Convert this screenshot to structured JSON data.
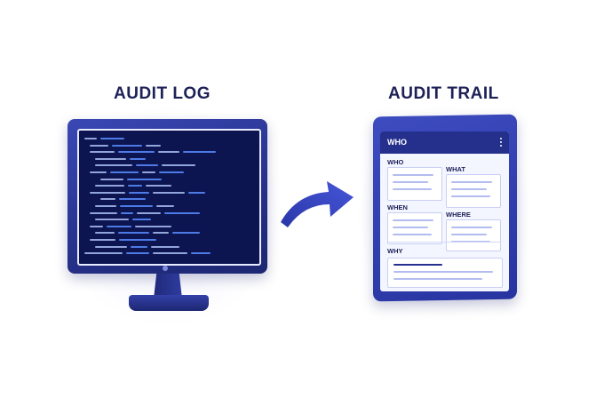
{
  "left_panel": {
    "title": "AUDIT LOG"
  },
  "right_panel": {
    "title": "AUDIT TRAIL",
    "card_header": "WHO",
    "fields": {
      "who": "WHO",
      "what": "WHAT",
      "when": "WHEN",
      "where": "WHERE",
      "why": "WHY"
    }
  },
  "colors": {
    "navy": "#1e2157",
    "device_blue": "#2b37a0",
    "screen_dark": "#0d1550",
    "code_blue": "#5b8cff",
    "code_light": "#aabdf5",
    "arrow": "#3a48c8"
  },
  "icons": [
    "monitor-icon",
    "arrow-right-icon",
    "tablet-icon",
    "kebab-menu-icon"
  ]
}
